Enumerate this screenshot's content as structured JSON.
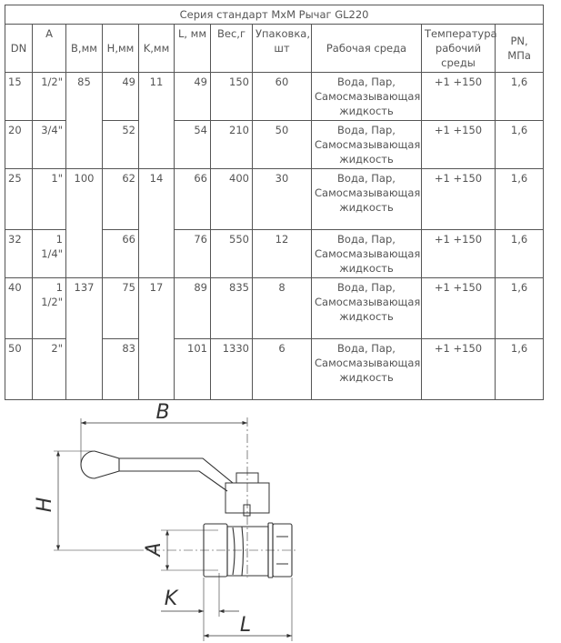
{
  "table": {
    "title": "Серия стандарт MxM Рычаг GL220",
    "headers": {
      "dn": "DN",
      "a": "A",
      "b": "B,мм",
      "h": "H,мм",
      "k": "K,мм",
      "l": "L, мм",
      "weight": "Вес,г",
      "pack": "Упаковка, шт",
      "medium": "Рабочая среда",
      "temp": "Температура рабочий среды",
      "pn": "PN, МПа"
    },
    "rows": [
      {
        "dn": "15",
        "a": "1/2\"",
        "b": "85",
        "h": "49",
        "k": "11",
        "l": "49",
        "weight": "150",
        "pack": "60",
        "medium": "Вода, Пар, Самосмазывающая жидкость",
        "temp": "+1 +150",
        "pn": "1,6"
      },
      {
        "dn": "20",
        "a": "3/4\"",
        "h": "52",
        "l": "54",
        "weight": "210",
        "pack": "50",
        "medium": "Вода, Пар, Самосмазывающая жидкость",
        "temp": "+1 +150",
        "pn": "1,6"
      },
      {
        "dn": "25",
        "a": "1\"",
        "b": "100",
        "h": "62",
        "k": "14",
        "l": "66",
        "weight": "400",
        "pack": "30",
        "medium": "Вода, Пар, Самосмазывающая жидкость",
        "temp": "+1 +150",
        "pn": "1,6"
      },
      {
        "dn": "32",
        "a": "1 1/4\"",
        "h": "66",
        "l": "76",
        "weight": "550",
        "pack": "12",
        "medium": "Вода, Пар, Самосмазывающая жидкость",
        "temp": "+1 +150",
        "pn": "1,6"
      },
      {
        "dn": "40",
        "a": "1 1/2\"",
        "b": "137",
        "h": "75",
        "k": "17",
        "l": "89",
        "weight": "835",
        "pack": "8",
        "medium": "Вода, Пар, Самосмазывающая жидкость",
        "temp": "+1 +150",
        "pn": "1,6"
      },
      {
        "dn": "50",
        "a": "2\"",
        "h": "83",
        "l": "101",
        "weight": "1330",
        "pack": "6",
        "medium": "Вода, Пар, Самосмазывающая жидкость",
        "temp": "+1 +150",
        "pn": "1,6"
      }
    ]
  },
  "drawing": {
    "labels": {
      "b": "B",
      "h": "H",
      "a": "A",
      "k": "K",
      "l": "L"
    }
  }
}
